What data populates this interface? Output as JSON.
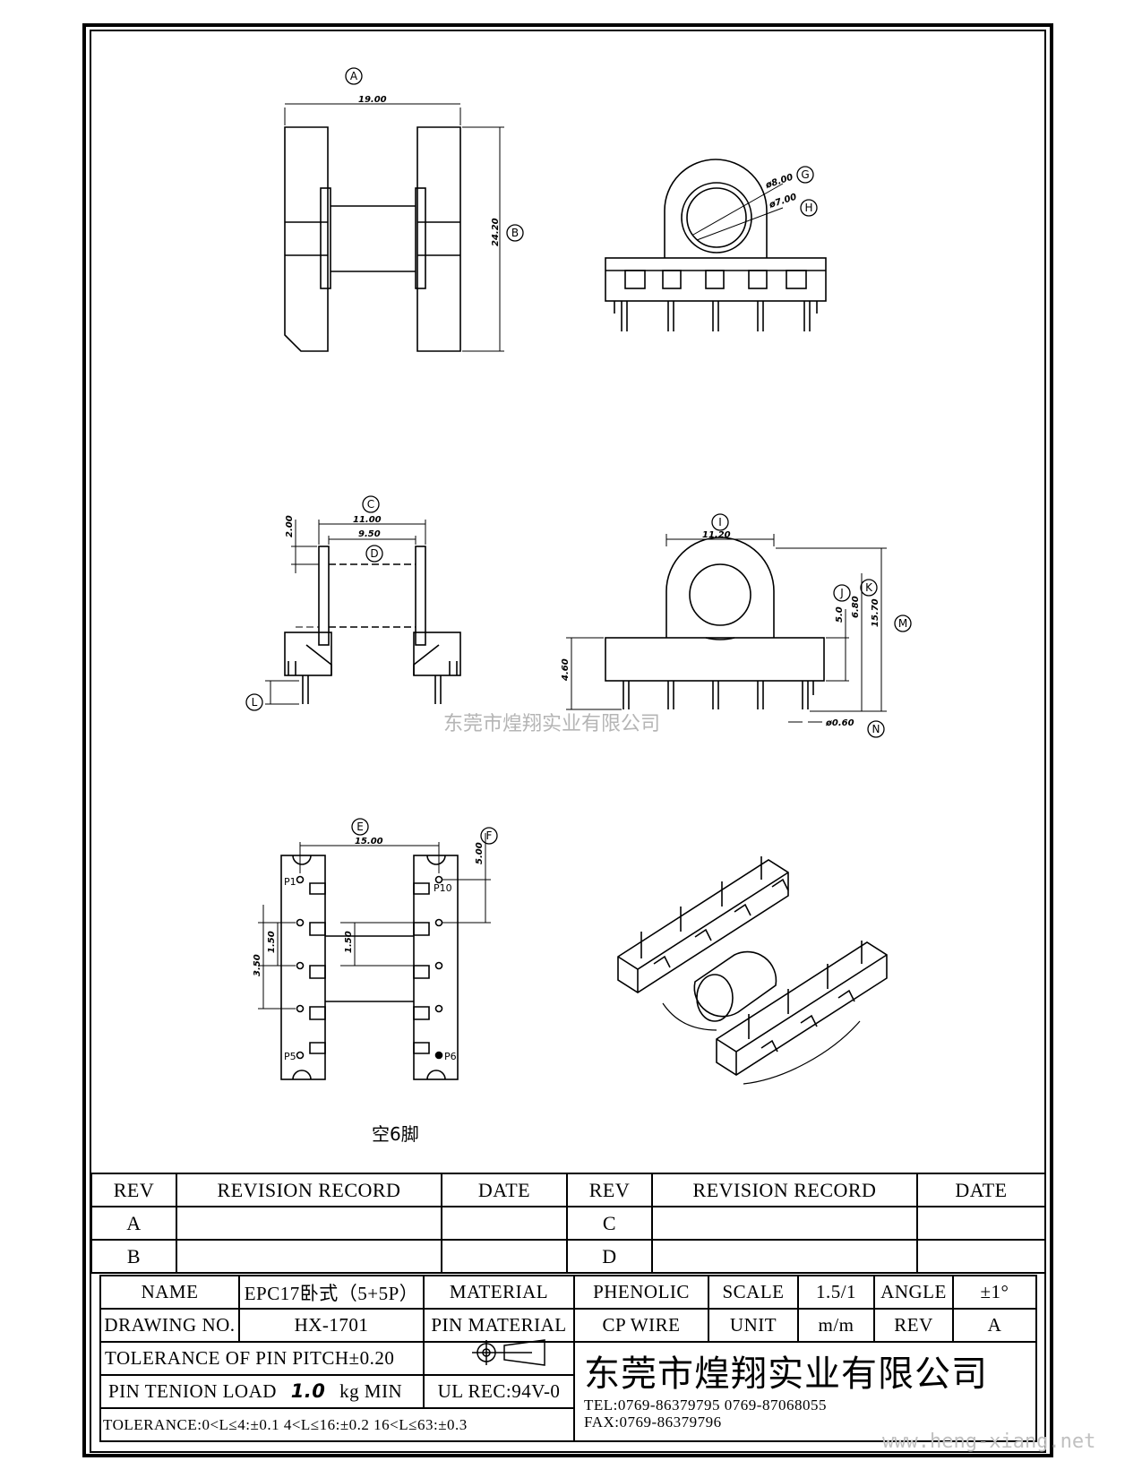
{
  "drawing": {
    "views": {
      "top": {
        "circles": [
          "A",
          "B"
        ],
        "dims": [
          "19.00",
          "24.20"
        ]
      },
      "front": {
        "circles": [
          "G",
          "H"
        ],
        "dims": [
          "ø8.00",
          "ø7.00"
        ]
      },
      "side": {
        "circles": [
          "C",
          "D",
          "L"
        ],
        "dims": [
          "11.00",
          "9.50",
          "2.00"
        ]
      },
      "end": {
        "circles": [
          "I",
          "J",
          "K",
          "M",
          "N"
        ],
        "dims": [
          "11.20",
          "5.0",
          "6.80",
          "15.70",
          "4.60",
          "ø0.60"
        ]
      },
      "bottom": {
        "circles": [
          "E",
          "F"
        ],
        "dims": [
          "15.00",
          "5.00",
          "1.50",
          "1.50",
          "3.50"
        ],
        "pins": [
          "P1",
          "P10",
          "P5",
          "P6"
        ]
      }
    },
    "note": "空6脚",
    "watermark_center": "东莞市煌翔实业有限公司",
    "watermark_url": "www.heng-xiang.net"
  },
  "revision_table": {
    "header": [
      "REV",
      "REVISION RECORD",
      "DATE",
      "REV",
      "REVISION RECORD",
      "DATE"
    ],
    "rows": [
      [
        "A",
        "",
        "",
        "C",
        "",
        ""
      ],
      [
        "B",
        "",
        "",
        "D",
        "",
        ""
      ]
    ]
  },
  "title_block": {
    "name_label": "NAME",
    "name_value": "EPC17卧式（5+5P）",
    "material_label": "MATERIAL",
    "material_value": "PHENOLIC",
    "scale_label": "SCALE",
    "scale_value": "1.5/1",
    "angle_label": "ANGLE",
    "angle_value": "±1°",
    "drawing_no_label": "DRAWING NO.",
    "drawing_no_value": "HX-1701",
    "pin_material_label": "PIN MATERIAL",
    "pin_material_value": "CP WIRE",
    "unit_label": "UNIT",
    "unit_value": "m/m",
    "rev_label": "REV",
    "rev_value": "A",
    "tolerance_pitch": "TOLERANCE OF PIN PITCH±0.20",
    "pin_tension_prefix": "PIN TENION LOAD",
    "pin_tension_value": "1.0",
    "pin_tension_suffix": "kg MIN",
    "ul_rec": "UL REC:94V-0",
    "tolerance_general": "TOLERANCE:0<L≤4:±0.1  4<L≤16:±0.2  16<L≤63:±0.3",
    "company": "东莞市煌翔实业有限公司",
    "tel": "TEL:0769-86379795    0769-87068055",
    "fax": "FAX:0769-86379796"
  }
}
